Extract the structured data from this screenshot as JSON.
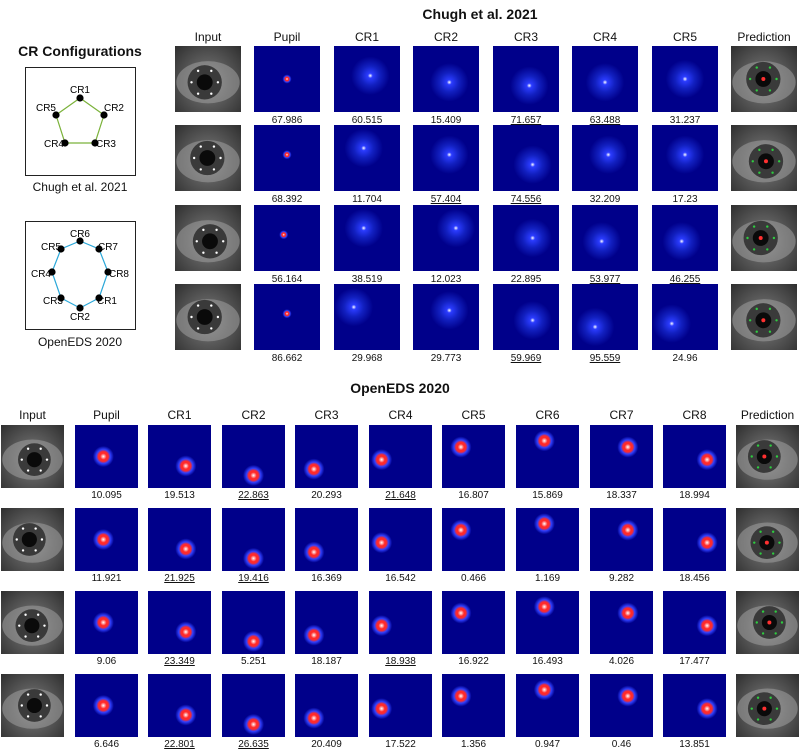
{
  "config": {
    "heading": "CR Configurations",
    "chugh_caption": "Chugh et al. 2021",
    "openeds_caption": "OpenEDS 2020",
    "chugh_labels": [
      "CR1",
      "CR2",
      "CR3",
      "CR4",
      "CR5"
    ],
    "openeds_labels": [
      "CR6",
      "CR7",
      "CR8",
      "CR1",
      "CR2",
      "CR3",
      "CR4",
      "CR5"
    ],
    "chugh_line_color": "#7bb23a",
    "openeds_line_color": "#2aa7d8"
  },
  "chugh": {
    "title": "Chugh et al. 2021",
    "columns": [
      "Input",
      "Pupil",
      "CR1",
      "CR2",
      "CR3",
      "CR4",
      "CR5",
      "Prediction"
    ],
    "rows": [
      {
        "values": [
          "67.986",
          "60.515",
          "15.409",
          "71.657",
          "63.488",
          "31.237"
        ],
        "underlined": [
          false,
          false,
          false,
          true,
          true,
          false
        ]
      },
      {
        "values": [
          "68.392",
          "11.704",
          "57.404",
          "74.556",
          "32.209",
          "17.23"
        ],
        "underlined": [
          false,
          false,
          true,
          true,
          false,
          false
        ]
      },
      {
        "values": [
          "56.164",
          "38.519",
          "12.023",
          "22.895",
          "53.977",
          "46.255"
        ],
        "underlined": [
          false,
          false,
          false,
          false,
          true,
          true
        ]
      },
      {
        "values": [
          "86.662",
          "29.968",
          "29.773",
          "59.969",
          "95.559",
          "24.96"
        ],
        "underlined": [
          false,
          false,
          false,
          true,
          true,
          false
        ]
      }
    ]
  },
  "openeds": {
    "title": "OpenEDS 2020",
    "columns": [
      "Input",
      "Pupil",
      "CR1",
      "CR2",
      "CR3",
      "CR4",
      "CR5",
      "CR6",
      "CR7",
      "CR8",
      "Prediction"
    ],
    "rows": [
      {
        "values": [
          "10.095",
          "19.513",
          "22.863",
          "20.293",
          "21.648",
          "16.807",
          "15.869",
          "18.337",
          "18.994"
        ],
        "underlined": [
          false,
          false,
          true,
          false,
          true,
          false,
          false,
          false,
          false
        ]
      },
      {
        "values": [
          "11.921",
          "21.925",
          "19.416",
          "16.369",
          "16.542",
          "0.466",
          "1.169",
          "9.282",
          "18.456"
        ],
        "underlined": [
          false,
          true,
          true,
          false,
          false,
          false,
          false,
          false,
          false
        ]
      },
      {
        "values": [
          "9.06",
          "23.349",
          "5.251",
          "18.187",
          "18.938",
          "16.922",
          "16.493",
          "4.026",
          "17.477"
        ],
        "underlined": [
          false,
          true,
          false,
          false,
          true,
          false,
          false,
          false,
          false
        ]
      },
      {
        "values": [
          "6.646",
          "22.801",
          "26.635",
          "20.409",
          "17.522",
          "1.356",
          "0.947",
          "0.46",
          "13.851"
        ],
        "underlined": [
          false,
          true,
          true,
          false,
          false,
          false,
          false,
          false,
          false
        ]
      }
    ]
  },
  "colors": {
    "heatmap_bg": "#00008a",
    "heatmap_glow": "#2b3cff",
    "heatmap_hot": "#ff2a2a",
    "prediction_green": "#2ecc40",
    "prediction_red": "#ff3030"
  }
}
